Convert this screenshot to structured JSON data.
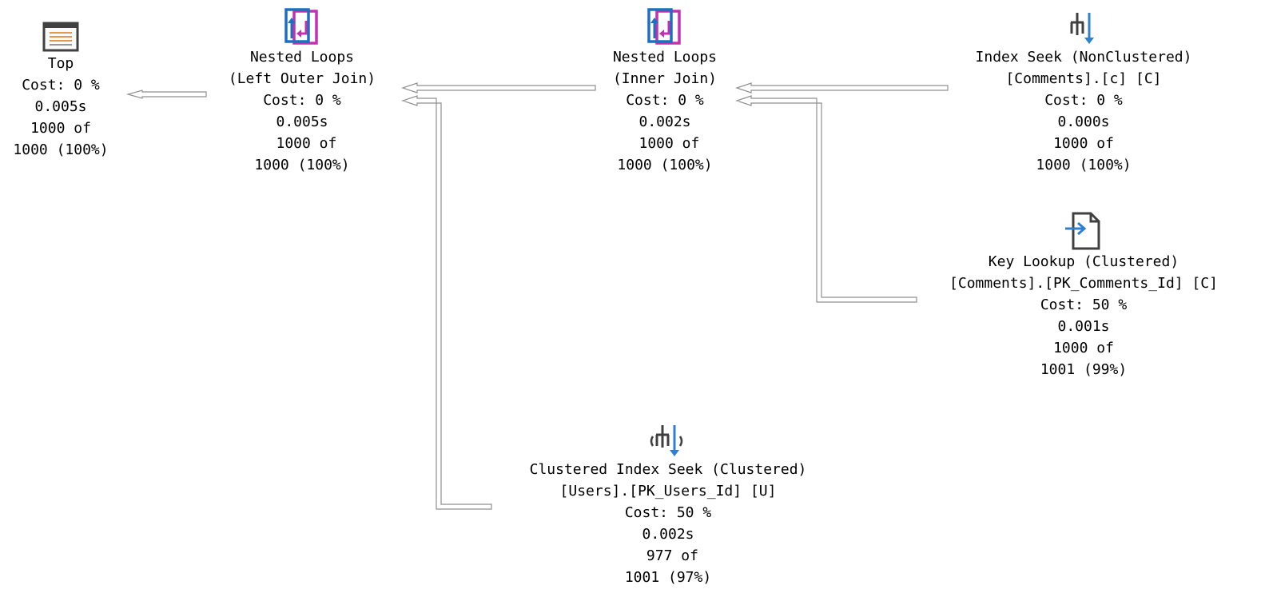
{
  "plan": {
    "nodes": [
      {
        "icon": "top-operator-icon",
        "lines": [
          "Top",
          "Cost: 0 %",
          "0.005s",
          "1000 of",
          "1000 (100%)"
        ]
      },
      {
        "icon": "nested-loops-icon",
        "lines": [
          "Nested Loops",
          "(Left Outer Join)",
          "Cost: 0 %",
          "0.005s",
          " 1000 of",
          "1000 (100%)"
        ]
      },
      {
        "icon": "nested-loops-icon",
        "lines": [
          "Nested Loops",
          "(Inner Join)",
          "Cost: 0 %",
          "0.002s",
          " 1000 of",
          "1000 (100%)"
        ]
      },
      {
        "icon": "index-seek-icon",
        "lines": [
          "Index Seek (NonClustered)",
          "[Comments].[c] [C]",
          "Cost: 0 %",
          "0.000s",
          "1000 of",
          "1000 (100%)"
        ]
      },
      {
        "icon": "key-lookup-icon",
        "lines": [
          "Key Lookup (Clustered)",
          "[Comments].[PK_Comments_Id] [C]",
          "Cost: 50 %",
          "0.001s",
          "1000 of",
          "1001 (99%)"
        ]
      },
      {
        "icon": "clustered-index-seek-icon",
        "lines": [
          "Clustered Index Seek (Clustered)",
          "[Users].[PK_Users_Id] [U]",
          "Cost: 50 %",
          "0.002s",
          " 977 of",
          "1001 (97%)"
        ]
      }
    ],
    "colors": {
      "arrow_stroke": "#8f8f8f",
      "nested_loops_blue": "#1d6fc0",
      "nested_loops_magenta": "#c232b0",
      "seek_blue": "#2f7fd2",
      "icon_dark": "#404040",
      "top_orange": "#e39a4c"
    }
  }
}
